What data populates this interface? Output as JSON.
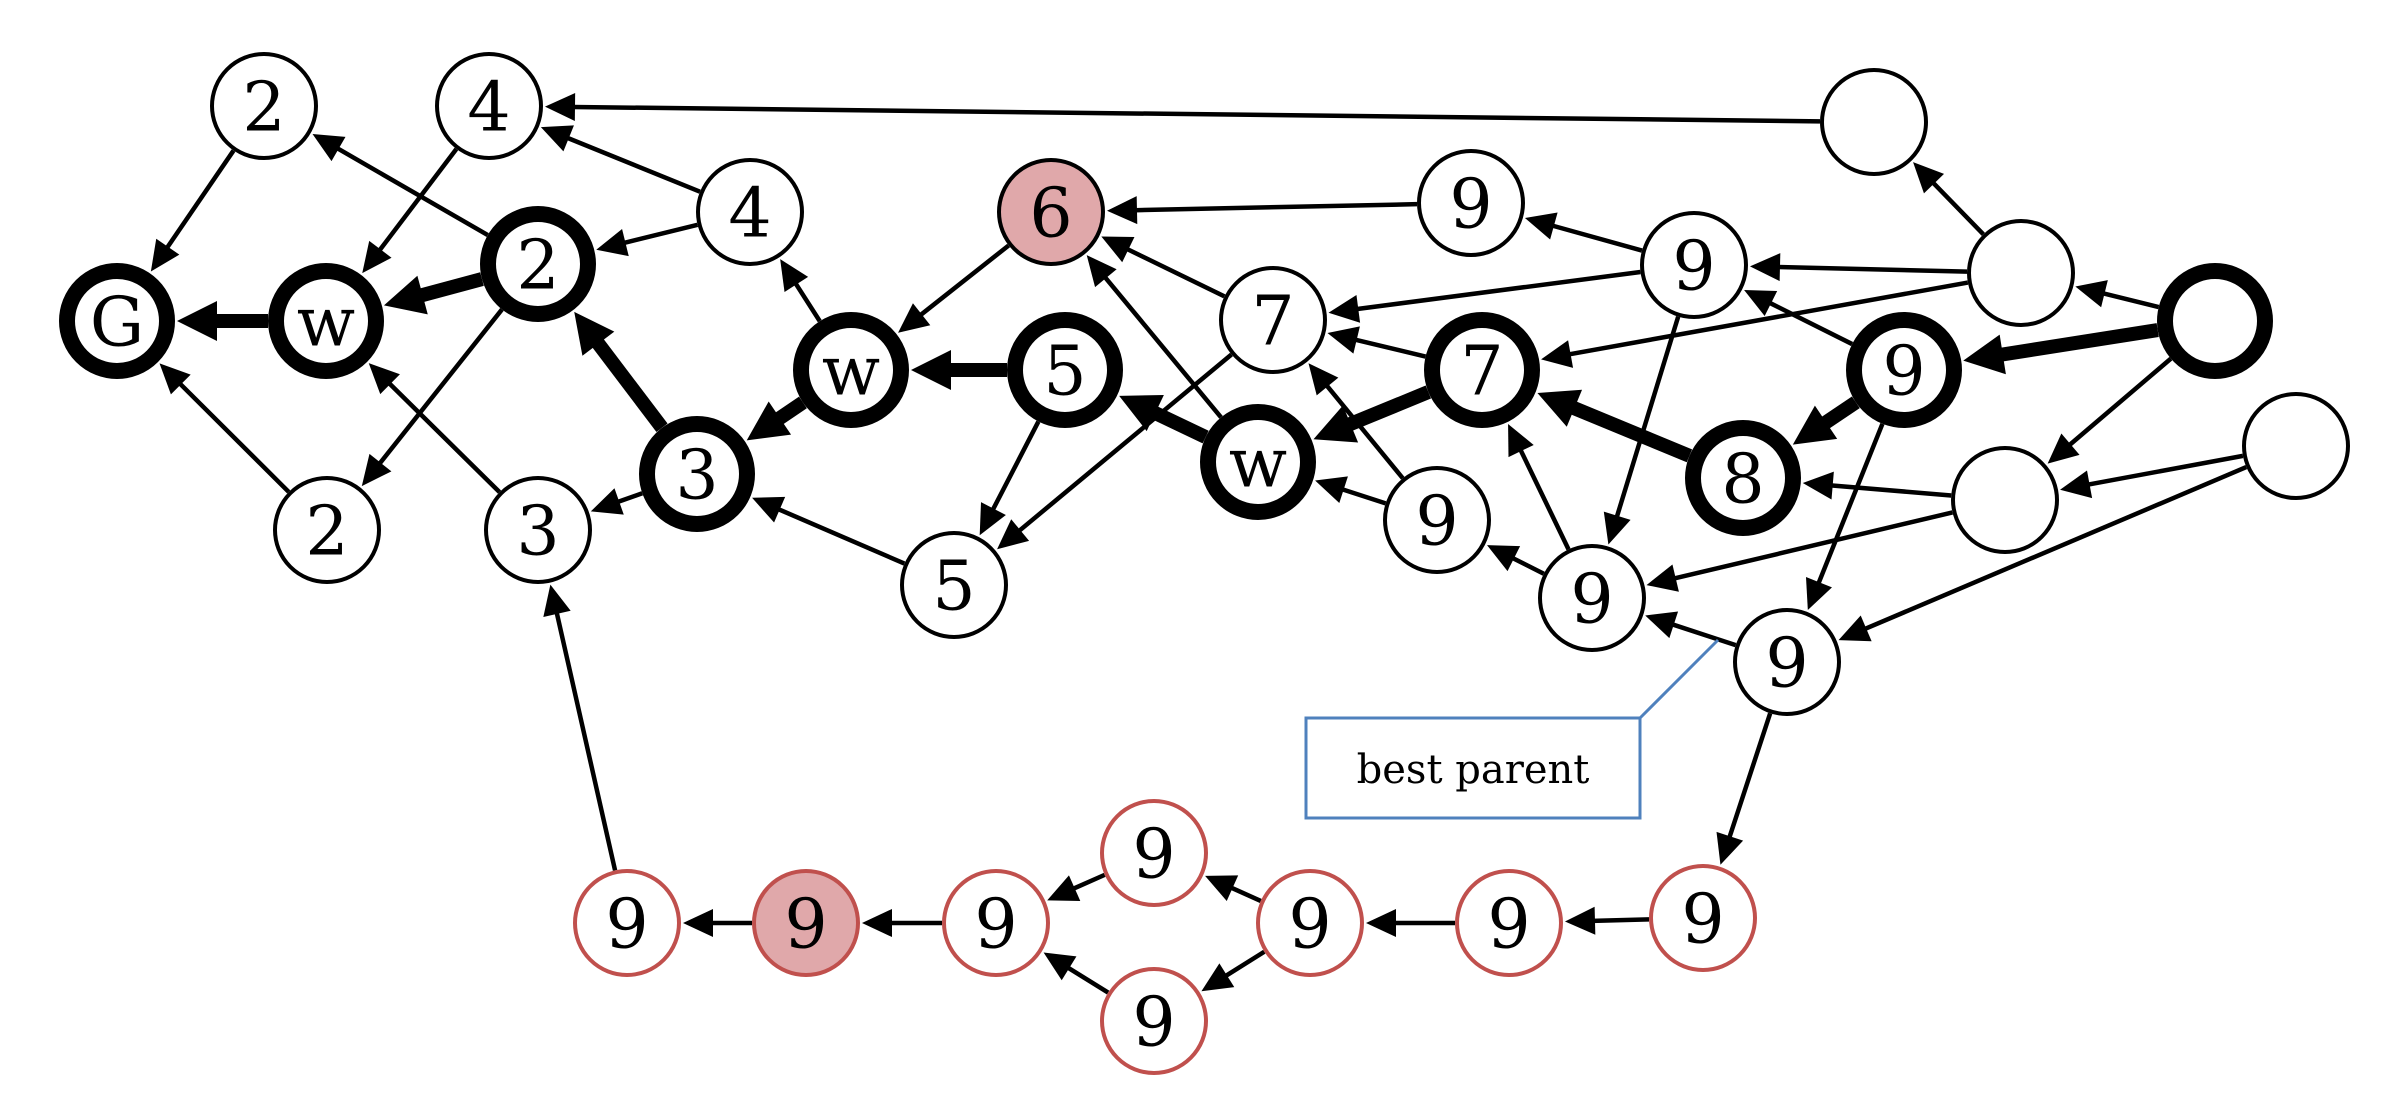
{
  "colors": {
    "line": "#000000",
    "node_fill": "#ffffff",
    "highlight_fill": "#e0a8aa",
    "red_stroke": "#c0504d",
    "callout_stroke": "#4f81bd"
  },
  "nodes": [
    {
      "id": "G",
      "label": "G",
      "style": "thick"
    },
    {
      "id": "w1",
      "label": "w",
      "style": "thick"
    },
    {
      "id": "2a",
      "label": "2",
      "style": "normal"
    },
    {
      "id": "4a",
      "label": "4",
      "style": "normal"
    },
    {
      "id": "2b",
      "label": "2",
      "style": "thick"
    },
    {
      "id": "4b",
      "label": "4",
      "style": "normal"
    },
    {
      "id": "2c",
      "label": "2",
      "style": "normal"
    },
    {
      "id": "3a",
      "label": "3",
      "style": "normal"
    },
    {
      "id": "3b",
      "label": "3",
      "style": "thick"
    },
    {
      "id": "w2",
      "label": "w",
      "style": "thick"
    },
    {
      "id": "6",
      "label": "6",
      "style": "highlight"
    },
    {
      "id": "5a",
      "label": "5",
      "style": "thick"
    },
    {
      "id": "5b",
      "label": "5",
      "style": "normal"
    },
    {
      "id": "7a",
      "label": "7",
      "style": "normal"
    },
    {
      "id": "7b",
      "label": "7",
      "style": "thick"
    },
    {
      "id": "w3",
      "label": "w",
      "style": "thick"
    },
    {
      "id": "9a",
      "label": "9",
      "style": "normal"
    },
    {
      "id": "9b",
      "label": "9",
      "style": "normal"
    },
    {
      "id": "9c",
      "label": "9",
      "style": "normal"
    },
    {
      "id": "9d",
      "label": "9",
      "style": "normal"
    },
    {
      "id": "9e",
      "label": "9",
      "style": "thick"
    },
    {
      "id": "8",
      "label": "8",
      "style": "thick"
    },
    {
      "id": "9f",
      "label": "9",
      "style": "normal"
    },
    {
      "id": "e1",
      "label": "",
      "style": "normal"
    },
    {
      "id": "e2",
      "label": "",
      "style": "normal"
    },
    {
      "id": "e3",
      "label": "",
      "style": "normal"
    },
    {
      "id": "e4",
      "label": "",
      "style": "normal"
    },
    {
      "id": "start",
      "label": "",
      "style": "thick"
    },
    {
      "id": "r1",
      "label": "9",
      "style": "red"
    },
    {
      "id": "r2",
      "label": "9",
      "style": "red-fill"
    },
    {
      "id": "r3",
      "label": "9",
      "style": "red"
    },
    {
      "id": "r4",
      "label": "9",
      "style": "red"
    },
    {
      "id": "r5",
      "label": "9",
      "style": "red"
    },
    {
      "id": "r6",
      "label": "9",
      "style": "red"
    },
    {
      "id": "r7",
      "label": "9",
      "style": "red"
    },
    {
      "id": "r8",
      "label": "9",
      "style": "red"
    }
  ],
  "edges": [
    {
      "from": "w1",
      "to": "G",
      "bold": true
    },
    {
      "from": "2b",
      "to": "w1",
      "bold": true
    },
    {
      "from": "3b",
      "to": "2b",
      "bold": true
    },
    {
      "from": "w2",
      "to": "3b",
      "bold": true
    },
    {
      "from": "5a",
      "to": "w2",
      "bold": true
    },
    {
      "from": "w3",
      "to": "5a",
      "bold": true
    },
    {
      "from": "7b",
      "to": "w3",
      "bold": true
    },
    {
      "from": "8",
      "to": "7b",
      "bold": true
    },
    {
      "from": "9e",
      "to": "8",
      "bold": true
    },
    {
      "from": "start",
      "to": "9e",
      "bold": true
    },
    {
      "from": "2a",
      "to": "G",
      "bold": false
    },
    {
      "from": "2c",
      "to": "G",
      "bold": false
    },
    {
      "from": "4a",
      "to": "w1",
      "bold": false
    },
    {
      "from": "3a",
      "to": "w1",
      "bold": false
    },
    {
      "from": "2b",
      "to": "2a",
      "bold": false
    },
    {
      "from": "2b",
      "to": "2c",
      "bold": false
    },
    {
      "from": "4b",
      "to": "2b",
      "bold": false
    },
    {
      "from": "4b",
      "to": "4a",
      "bold": false
    },
    {
      "from": "e1",
      "to": "4a",
      "bold": false
    },
    {
      "from": "3b",
      "to": "3a",
      "bold": false
    },
    {
      "from": "w2",
      "to": "4b",
      "bold": false
    },
    {
      "from": "5b",
      "to": "3b",
      "bold": false
    },
    {
      "from": "6",
      "to": "w2",
      "bold": false
    },
    {
      "from": "9a",
      "to": "6",
      "bold": false
    },
    {
      "from": "7a",
      "to": "6",
      "bold": false
    },
    {
      "from": "w3",
      "to": "6",
      "bold": false
    },
    {
      "from": "5a",
      "to": "5b",
      "bold": false
    },
    {
      "from": "7a",
      "to": "5b",
      "bold": false
    },
    {
      "from": "9b",
      "to": "9a",
      "bold": false
    },
    {
      "from": "9b",
      "to": "7a",
      "bold": false
    },
    {
      "from": "9b",
      "to": "9d",
      "bold": false
    },
    {
      "from": "e2",
      "to": "9b",
      "bold": false
    },
    {
      "from": "e2",
      "to": "e1",
      "bold": false
    },
    {
      "from": "e2",
      "to": "7b",
      "bold": false
    },
    {
      "from": "7b",
      "to": "7a",
      "bold": false
    },
    {
      "from": "9c",
      "to": "7a",
      "bold": false
    },
    {
      "from": "9c",
      "to": "w3",
      "bold": false
    },
    {
      "from": "9d",
      "to": "9c",
      "bold": false
    },
    {
      "from": "9d",
      "to": "7b",
      "bold": false
    },
    {
      "from": "9e",
      "to": "9b",
      "bold": false
    },
    {
      "from": "9e",
      "to": "9f",
      "bold": false
    },
    {
      "from": "start",
      "to": "e2",
      "bold": false
    },
    {
      "from": "start",
      "to": "e3",
      "bold": false
    },
    {
      "from": "e3",
      "to": "8",
      "bold": false
    },
    {
      "from": "e3",
      "to": "9d",
      "bold": false
    },
    {
      "from": "e4",
      "to": "e3",
      "bold": false
    },
    {
      "from": "e4",
      "to": "9f",
      "bold": false
    },
    {
      "from": "9f",
      "to": "9d",
      "bold": false
    },
    {
      "from": "9f",
      "to": "r8",
      "bold": false
    },
    {
      "from": "r8",
      "to": "r7",
      "bold": false
    },
    {
      "from": "r7",
      "to": "r6",
      "bold": false
    },
    {
      "from": "r6",
      "to": "r4",
      "bold": false
    },
    {
      "from": "r6",
      "to": "r5",
      "bold": false
    },
    {
      "from": "r4",
      "to": "r3",
      "bold": false
    },
    {
      "from": "r5",
      "to": "r3",
      "bold": false
    },
    {
      "from": "r3",
      "to": "r2",
      "bold": false
    },
    {
      "from": "r2",
      "to": "r1",
      "bold": false
    },
    {
      "from": "r1",
      "to": "3a",
      "bold": false
    }
  ],
  "callout": {
    "text": "best parent"
  }
}
